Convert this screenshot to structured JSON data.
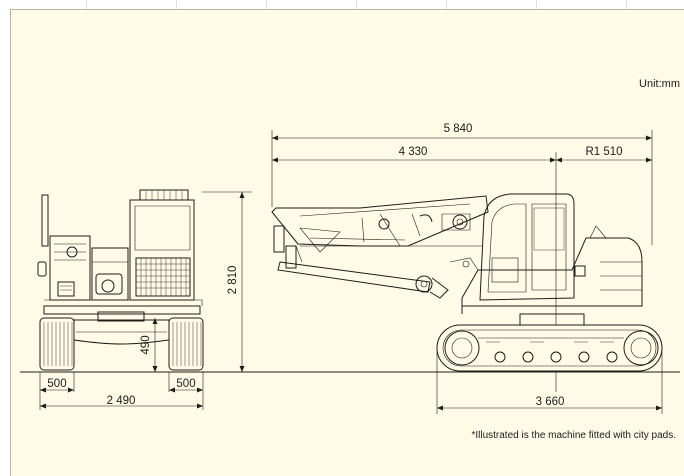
{
  "unit_label": "Unit:mm",
  "footnote": "*Illustrated is the machine fitted with city pads.",
  "dimensions": {
    "overall_length": "5 840",
    "front_length": "4 330",
    "tail_radius": "R1 510",
    "height": "2 810",
    "ground_clearance": "490",
    "track_shoe_left": "500",
    "track_shoe_right": "500",
    "overall_width": "2 490",
    "track_length": "3 660"
  },
  "colors": {
    "background": "#fffbe6",
    "line": "#1d1d1b"
  }
}
